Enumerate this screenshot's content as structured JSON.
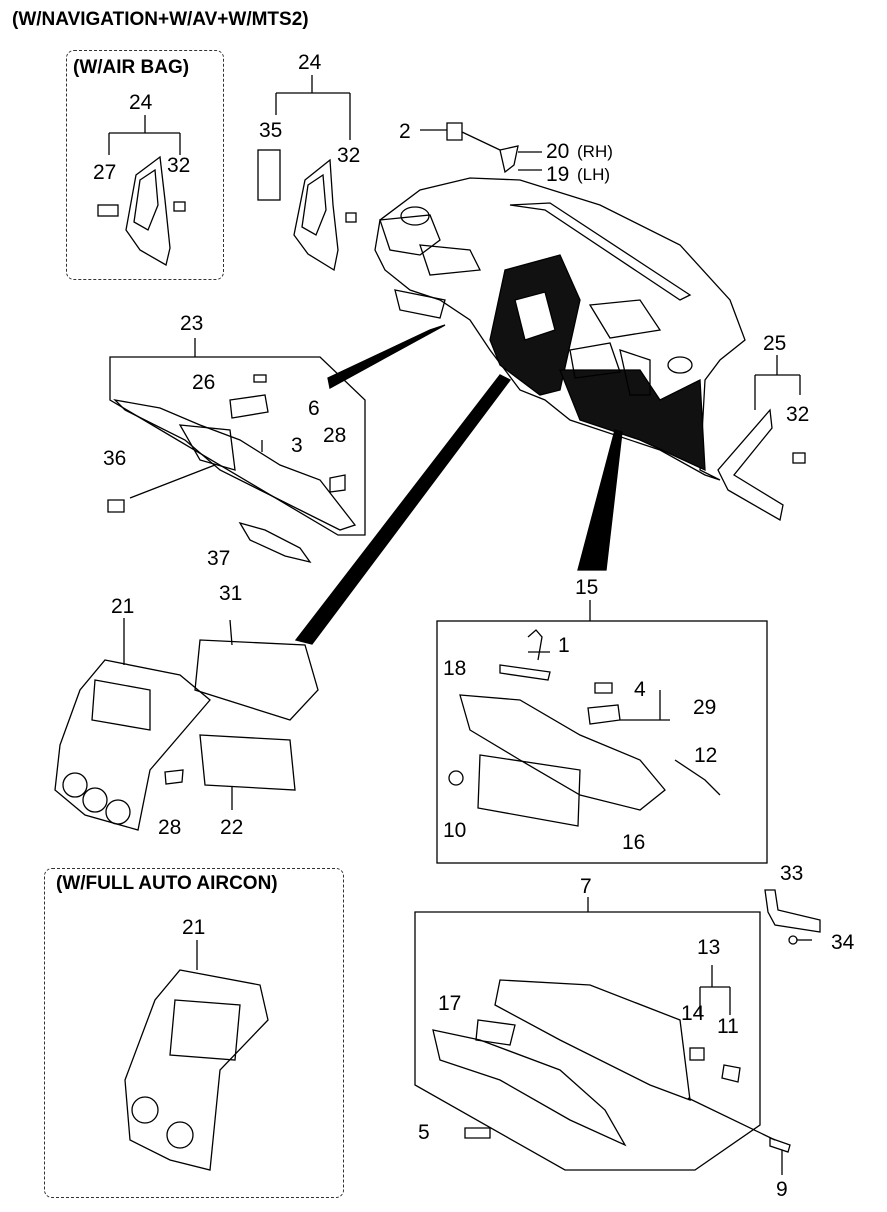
{
  "header": {
    "title": "(W/NAVIGATION+W/AV+W/MTS2)"
  },
  "groups": {
    "airbag": "(W/AIR BAG)",
    "full_auto_aircon": "(W/FULL AUTO AIRCON)"
  },
  "callouts": {
    "c24a": "24",
    "c27": "27",
    "c32a": "32",
    "c24b": "24",
    "c35": "35",
    "c32b": "32",
    "c2": "2",
    "c20": "20",
    "c20s": "(RH)",
    "c19": "19",
    "c19s": "(LH)",
    "c23": "23",
    "c26": "26",
    "c6": "6",
    "c3": "3",
    "c28a": "28",
    "c36": "36",
    "c37": "37",
    "c25": "25",
    "c32c": "32",
    "c21a": "21",
    "c31": "31",
    "c28b": "28",
    "c22": "22",
    "c15": "15",
    "c1": "1",
    "c18": "18",
    "c4": "4",
    "c29": "29",
    "c12": "12",
    "c10": "10",
    "c16": "16",
    "c21b": "21",
    "c7": "7",
    "c33": "33",
    "c34": "34",
    "c13": "13",
    "c17": "17",
    "c14": "14",
    "c11": "11",
    "c5": "5",
    "c9": "9"
  }
}
